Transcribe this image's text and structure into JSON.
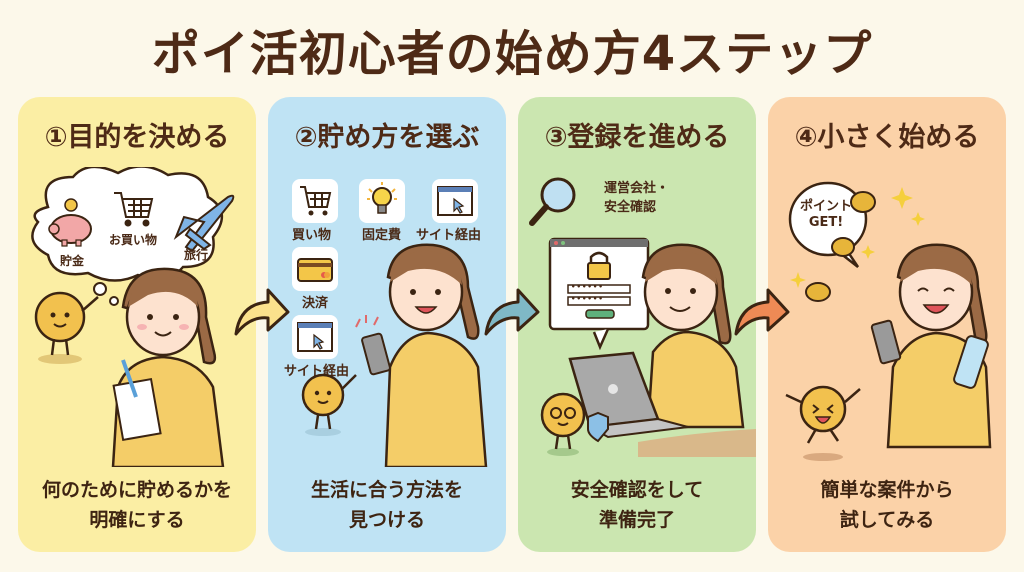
{
  "title": "ポイ活初心者の始め方4ステップ",
  "colors": {
    "background": "#fcf8ea",
    "title_text": "#4e2a16",
    "step1_bg": "#fbeea4",
    "step2_bg": "#bfe3f4",
    "step3_bg": "#cbe6b0",
    "step4_bg": "#fbd2a8"
  },
  "steps": [
    {
      "heading": "①目的を決める",
      "caption_line1": "何のために貯めるかを",
      "caption_line2": "明確にする",
      "thought_bubble": {
        "items": [
          "貯金",
          "お買い物",
          "旅行"
        ]
      },
      "icons": [
        "piggy-bank-icon",
        "shopping-cart-icon",
        "airplane-icon",
        "coin-mascot-thumbs-up",
        "notepad-icon"
      ]
    },
    {
      "heading": "②貯め方を選ぶ",
      "caption_line1": "生活に合う方法を",
      "caption_line2": "見つける",
      "options": [
        "買い物",
        "固定費",
        "サイト経由",
        "決済",
        "サイト経由"
      ],
      "icons": [
        "shopping-cart-icon",
        "light-bulb-icon",
        "browser-cursor-icon",
        "credit-card-icon",
        "browser-cursor-icon",
        "smartphone-icon",
        "coin-mascot-pointing"
      ]
    },
    {
      "heading": "③登録を進める",
      "caption_line1": "安全確認をして",
      "caption_line2": "準備完了",
      "check_label_line1": "運営会社・",
      "check_label_line2": "安全確認",
      "password_mask": "••••••",
      "icons": [
        "magnifier-icon",
        "lock-icon",
        "login-form-window",
        "laptop-icon",
        "shield-icon",
        "coin-mascot-glasses"
      ]
    },
    {
      "heading": "④小さく始める",
      "caption_line1": "簡単な案件から",
      "caption_line2": "試してみる",
      "speech_bubble_line1": "ポイント",
      "speech_bubble_line2": "GET!",
      "icons": [
        "coin-icon",
        "sparkle-icon",
        "smartphone-icon",
        "water-bottle-icon",
        "coin-mascot-jumping"
      ]
    }
  ]
}
